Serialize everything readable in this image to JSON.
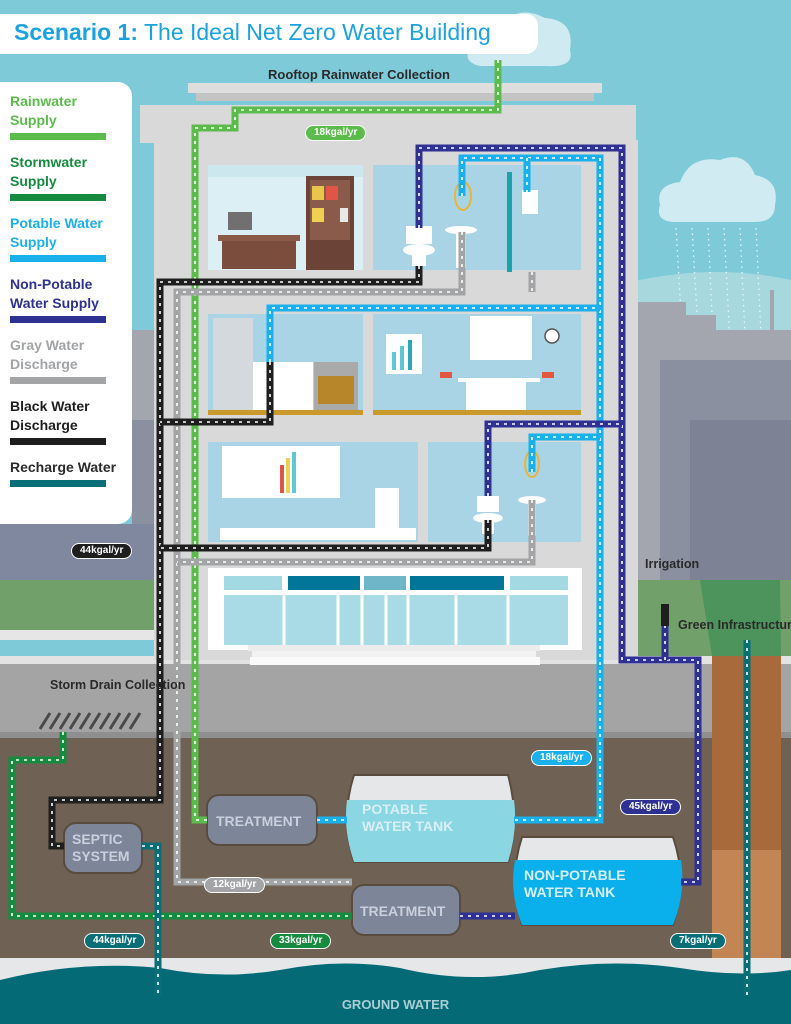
{
  "title": {
    "bold": "Scenario 1:",
    "rest": " The Ideal Net Zero Water Building"
  },
  "legend": [
    {
      "label": "Rainwater Supply",
      "color": "#5bbc4b"
    },
    {
      "label": "Stormwater Supply",
      "color": "#168a3e"
    },
    {
      "label": "Potable Water Supply",
      "color": "#1ab0ec"
    },
    {
      "label": "Non-Potable Water Supply",
      "color": "#2e3192"
    },
    {
      "label": "Gray Water Discharge",
      "color": "#a2a4a6"
    },
    {
      "label": "Black Water Discharge",
      "color": "#1e1e1e"
    },
    {
      "label": "Recharge Water",
      "color": "#0a6e77"
    }
  ],
  "labels": {
    "rooftop": "Rooftop Rainwater Collection",
    "storm_drain": "Storm Drain Collection",
    "irrigation": "Irrigation",
    "green_infra": "Green Infrastructure",
    "ground_water": "GROUND WATER"
  },
  "components": {
    "septic": "SEPTIC SYSTEM",
    "treatment_1": "TREATMENT",
    "treatment_2": "TREATMENT",
    "potable_tank": "POTABLE WATER TANK",
    "nonpotable_tank": "NON-POTABLE WATER TANK"
  },
  "flows": {
    "rain_18": "18kgal/yr",
    "black_44": "44kgal/yr",
    "potable_18": "18kgal/yr",
    "nonpotable_45": "45kgal/yr",
    "gray_12": "12kgal/yr",
    "recharge_44": "44kgal/yr",
    "storm_33": "33kgal/yr",
    "recharge_7": "7kgal/yr"
  },
  "colors": {
    "sky": "#7ecad8",
    "building": "#d9d9d9",
    "ground": "#6f6153",
    "groundwater": "#046a76",
    "grass": "#72a06a",
    "treatment_box": "#7d8599",
    "potable_tank": "#8ad6e2",
    "nonpotable_tank": "#0ab0ec"
  }
}
